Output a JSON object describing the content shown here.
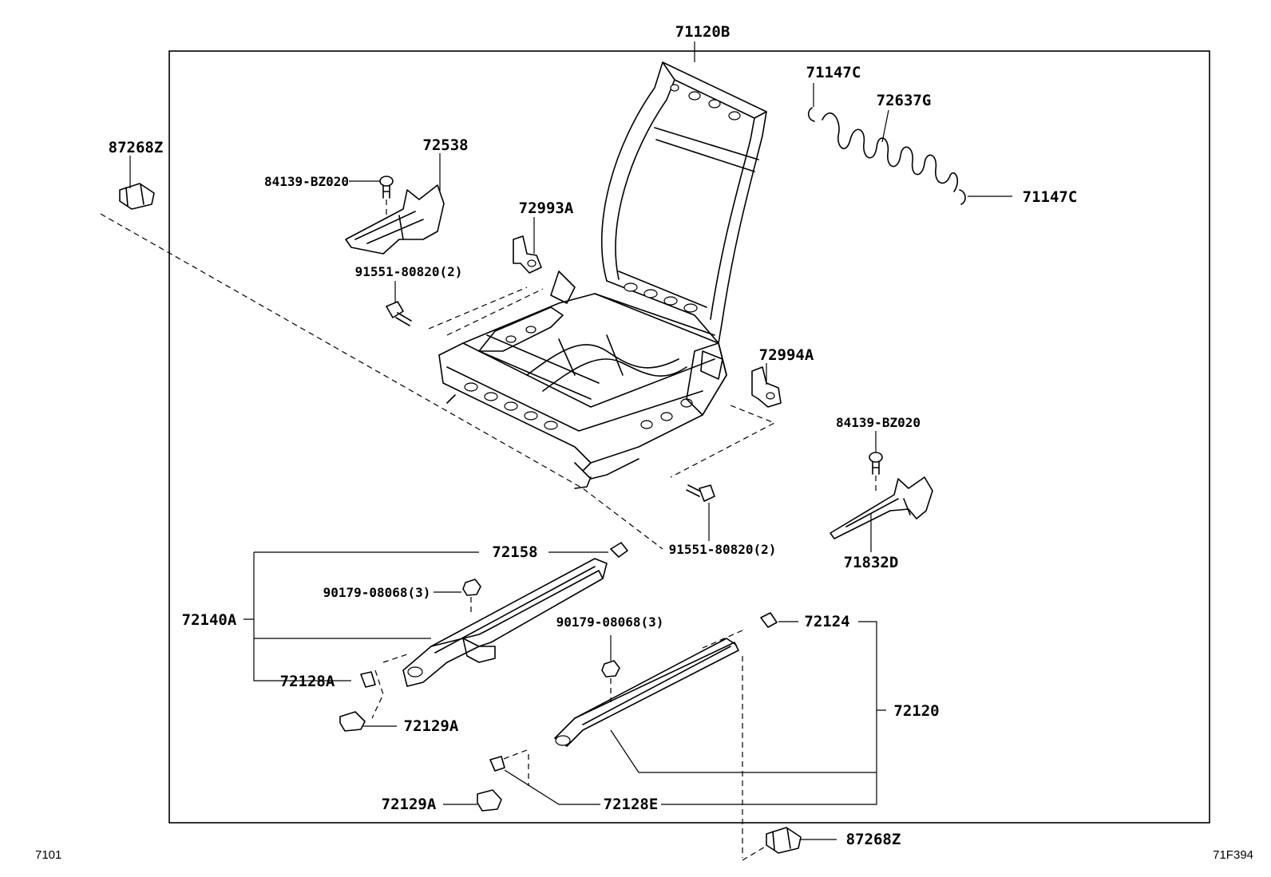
{
  "labels": {
    "assembly": "71120B",
    "clip_top_left": "87268Z",
    "clip_bottom_right": "87268Z",
    "bracket_left": "72538",
    "screw_left": "84139-BZ020",
    "screw_right": "84139-BZ020",
    "bolt_left": "91551-80820(2)",
    "bolt_right": "91551-80820(2)",
    "cover_left": "72993A",
    "cover_right": "72994A",
    "spring_hook_top": "71147C",
    "spring_hook_right": "71147C",
    "spring": "72637G",
    "bracket_right": "71832D",
    "adjuster_inner": "72158",
    "adjuster_left_assy": "72140A",
    "nut_left": "90179-08068(3)",
    "nut_right": "90179-08068(3)",
    "stopper_left": "72128A",
    "cover_rail_left": "72129A",
    "cover_rail_right": "72129A",
    "stopper_right": "72128E",
    "adjuster_outer": "72124",
    "adjuster_right_assy": "72120"
  },
  "footer": {
    "left_code": "7101",
    "right_code": "71F394"
  }
}
